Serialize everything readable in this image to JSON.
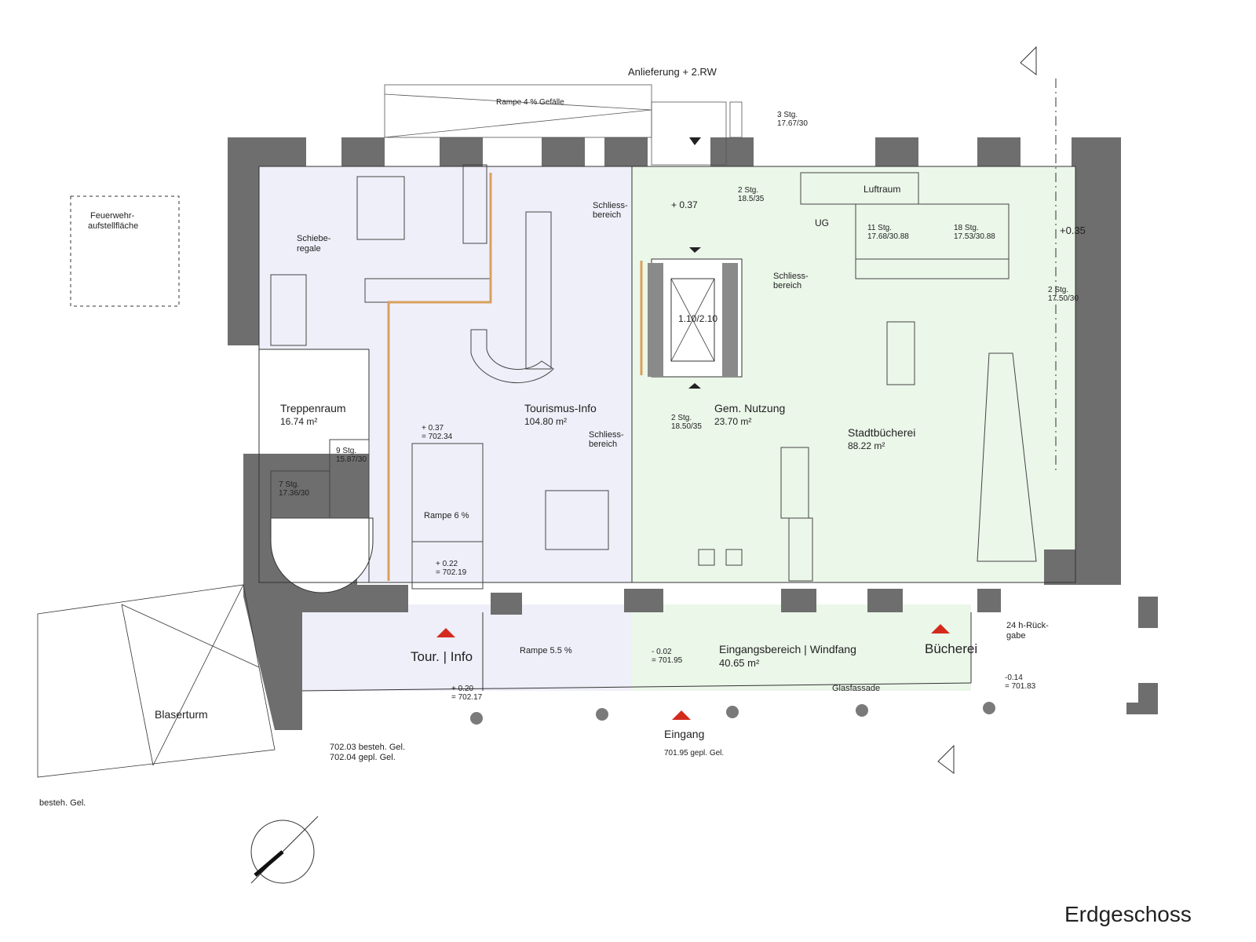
{
  "title": "Erdgeschoss",
  "colors": {
    "wall": "#6e6e6e",
    "line": "#333333",
    "tourism_fill": "#efeffa",
    "library_fill": "#ebf7e9",
    "accent_wood": "#d9a05c",
    "marker_red": "#d42a1e"
  },
  "top": {
    "delivery": "Anlieferung + 2.RW",
    "ramp_top": "Rampe 4 % Gefälle",
    "stairs_top_a": "3 Stg.",
    "stairs_top_b": "17.67/30"
  },
  "left": {
    "fire_a": "Feuerwehr-",
    "fire_b": "aufstellfläche",
    "shelves_a": "Schiebe-",
    "shelves_b": "regale",
    "stair_room": "Treppenraum",
    "stair_room_area": "16.74 m²",
    "stairs_9a": "9 Stg.",
    "stairs_9b": "15.87/30",
    "stairs_7a": "7 Stg.",
    "stairs_7b": "17.36/30",
    "tower": "Blaserturm",
    "existing_level": "besteh. Gel.",
    "level_a": "702.03 besteh. Gel.",
    "level_b": "702.04 gepl. Gel."
  },
  "tourism": {
    "name": "Tourismus-Info",
    "area": "104.80 m²",
    "lock_a": "Schliess-",
    "lock_b": "bereich",
    "lock2_a": "Schliess-",
    "lock2_b": "bereich",
    "level1_a": "+ 0.37",
    "level1_b": "= 702.34",
    "ramp": "Rampe 6 %",
    "level2_a": "+ 0.22",
    "level2_b": "= 702.19",
    "entrance_label": "Tour. | Info",
    "ramp2": "Rampe 5.5 %",
    "level3_a": "+ 0.20",
    "level3_b": "= 702.17"
  },
  "center": {
    "level": "+ 0.37",
    "stairs_a": "2 Stg.",
    "stairs_b": "18.5/35",
    "lift": "1.10/2.10",
    "shared": "Gem. Nutzung",
    "shared_area": "23.70 m²",
    "stairs2_a": "2 Stg.",
    "stairs2_b": "18.50/35",
    "lock_a": "Schliess-",
    "lock_b": "bereich"
  },
  "library": {
    "void": "Luftraum",
    "basement": "UG",
    "stairs11_a": "11 Stg.",
    "stairs11_b": "17.68/30.88",
    "stairs18_a": "18 Stg.",
    "stairs18_b": "17.53/30.88",
    "level": "+0.35",
    "stairs2_a": "2 Stg.",
    "stairs2_b": "17.50/30",
    "name": "Stadtbücherei",
    "area": "88.22 m²",
    "return_a": "24 h-Rück-",
    "return_b": "gabe",
    "entrance_label": "Bücherei"
  },
  "entrance": {
    "name": "Eingangsbereich | Windfang",
    "area": "40.65 m²",
    "level_a": "- 0.02",
    "level_b": "= 701.95",
    "glass": "Glasfassade",
    "main": "Eingang",
    "main_level": "701.95 gepl. Gel.",
    "right_level_a": "-0.14",
    "right_level_b": "= 701.83"
  }
}
